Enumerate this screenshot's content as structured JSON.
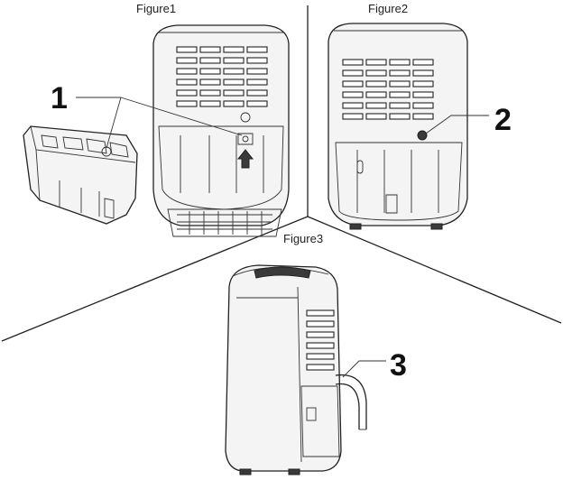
{
  "figures": {
    "figure1": {
      "caption": "Figure1"
    },
    "figure2": {
      "caption": "Figure2"
    },
    "figure3": {
      "caption": "Figure3"
    }
  },
  "callouts": [
    {
      "number": "1"
    },
    {
      "number": "2"
    },
    {
      "number": "3"
    }
  ]
}
